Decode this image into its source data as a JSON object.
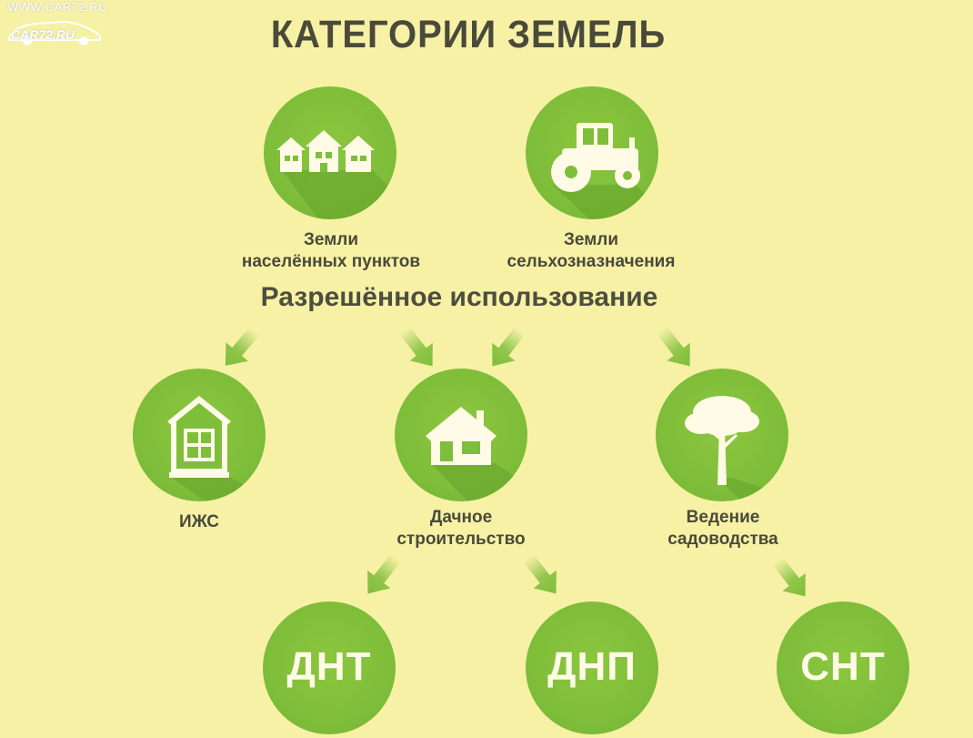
{
  "watermark": {
    "url": "WWW.CAR72.RU",
    "logo": "CAR72.RU"
  },
  "title": "КАТЕГОРИИ ЗЕМЕЛЬ",
  "subtitle": "Разрешённое использование",
  "categories": [
    {
      "lines": [
        "Земли",
        "населённых пунктов"
      ],
      "icon": "houses-icon"
    },
    {
      "lines": [
        "Земли",
        "сельхозназначения"
      ],
      "icon": "tractor-icon"
    }
  ],
  "uses": [
    {
      "lines": [
        "ИЖС"
      ],
      "icon": "house-icon"
    },
    {
      "lines": [
        "Дачное",
        "строительство"
      ],
      "icon": "cottage-icon"
    },
    {
      "lines": [
        "Ведение",
        "садоводства"
      ],
      "icon": "tree-icon"
    }
  ],
  "orgs": [
    "ДНТ",
    "ДНП",
    "СНТ"
  ],
  "colors": {
    "background": "#f7f1a6",
    "circle": "#7fbe3a",
    "text": "#4a4a3a",
    "icon": "#fffbe6"
  }
}
